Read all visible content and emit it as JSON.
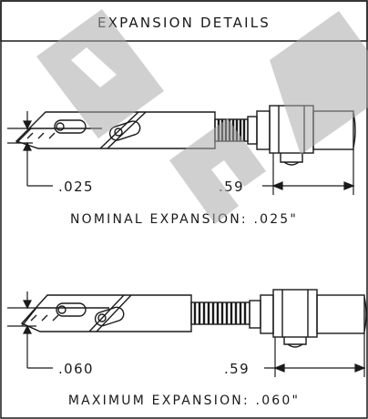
{
  "header": {
    "title": "EXPANSION DETAILS"
  },
  "nominal": {
    "offset_label": ".025",
    "length_label": ".59",
    "caption": "NOMINAL EXPANSION: .025\""
  },
  "maximum": {
    "offset_label": ".060",
    "length_label": ".59",
    "caption": "MAXIMUM EXPANSION: .060\""
  },
  "colors": {
    "line": "#1a1a1a",
    "watermark": "#a9a9a9",
    "background": "#ffffff"
  }
}
